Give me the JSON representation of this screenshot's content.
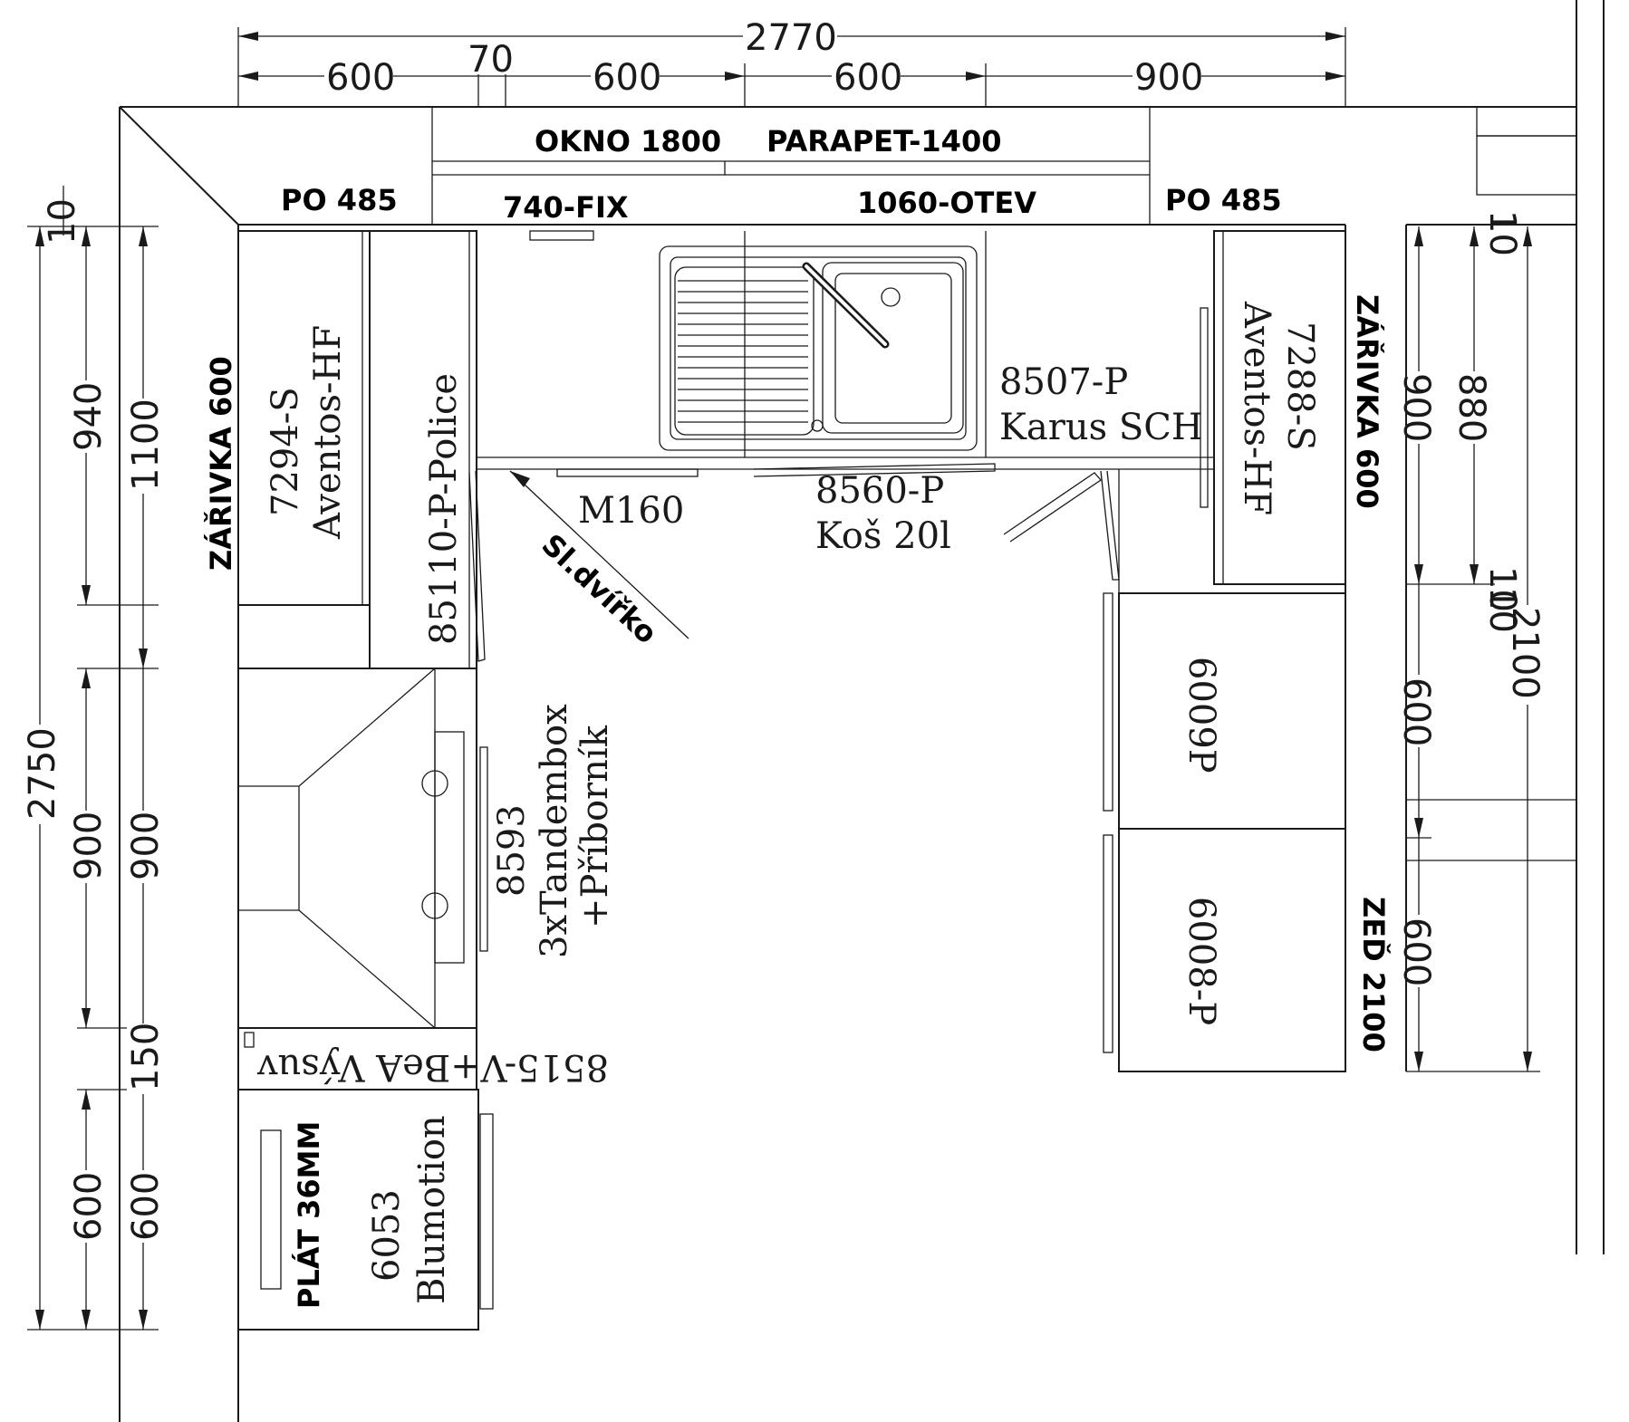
{
  "dimensions": {
    "top_total": "2770",
    "top_a": "600",
    "top_gap": "70",
    "top_b": "600",
    "top_c": "600",
    "top_d": "900",
    "left_total": "2750",
    "left_1100": "1100",
    "left_940": "940",
    "left_10": "10",
    "left_900a": "900",
    "left_900b": "900",
    "left_150": "150",
    "left_600a": "600",
    "left_600b": "600",
    "right_2100": "2100",
    "right_900": "900",
    "right_880": "880",
    "right_10a": "10",
    "right_10b": "10",
    "right_10c": "10",
    "right_600a": "600",
    "right_600b": "600"
  },
  "labels": {
    "window": "OKNO 1800",
    "parapet": "PARAPET-1400",
    "fix": "740-FIX",
    "otev": "1060-OTEV",
    "po_left": "PO 485",
    "po_right": "PO 485",
    "zarivka_left": "ZÁŘIVKA 600",
    "zarivka_right": "ZÁŘIVKA 600",
    "zed": "ZEĎ 2100",
    "plat": "PLÁT 36MM",
    "sl_dvirko": "Sl.dvířko"
  },
  "units": {
    "u7294_code": "7294-S",
    "u7294_name": "Aventos-HF",
    "u85110": "85110-P-Police",
    "m160": "M160",
    "u8507_code": "8507-P",
    "u8507_name": "Karus SCH",
    "u8560_code": "8560-P",
    "u8560_name": "Koš 20l",
    "u7288_code": "7288-S",
    "u7288_name": "Aventos-HF",
    "u8593_code": "8593",
    "u8593_line1": "3xTandembox",
    "u8593_line2": "+Příborník",
    "u8515": "8515-V+BeA Výsuv",
    "u6053_code": "6053",
    "u6053_name": "Blumotion",
    "u6009": "6009P",
    "u6008": "6008-P"
  },
  "colors": {
    "ink": "#1a1a1a",
    "paper": "#ffffff"
  }
}
